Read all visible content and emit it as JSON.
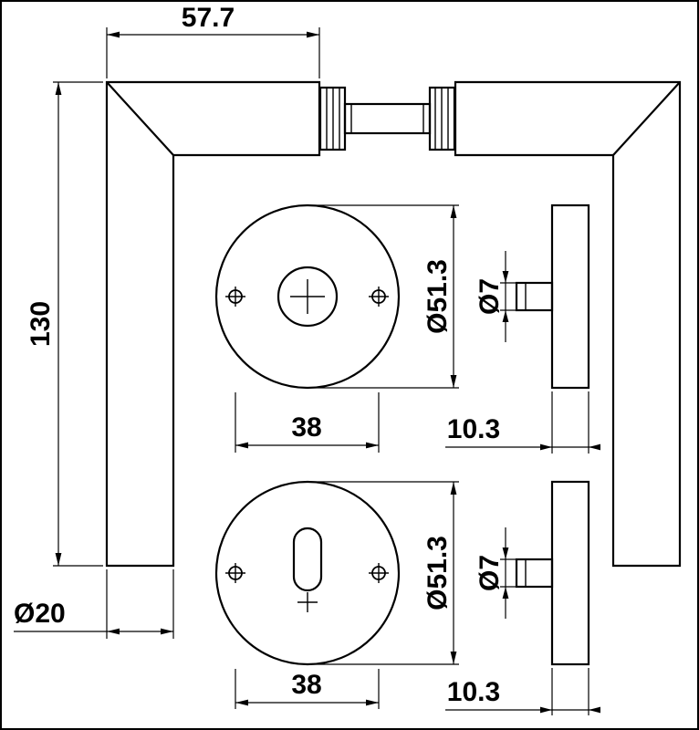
{
  "ink": "#000000",
  "background": "#ffffff",
  "drawing": {
    "dims": {
      "handle_width": "57.7",
      "handle_length": "130",
      "grip_diameter": "Ø20",
      "top_rosette": {
        "diameter": "Ø51.3",
        "screw_spacing": "38",
        "spindle_diameter": "Ø7",
        "thickness": "10.3"
      },
      "bottom_rosette": {
        "diameter": "Ø51.3",
        "screw_spacing": "38",
        "spindle_diameter": "Ø7",
        "thickness": "10.3"
      }
    }
  }
}
